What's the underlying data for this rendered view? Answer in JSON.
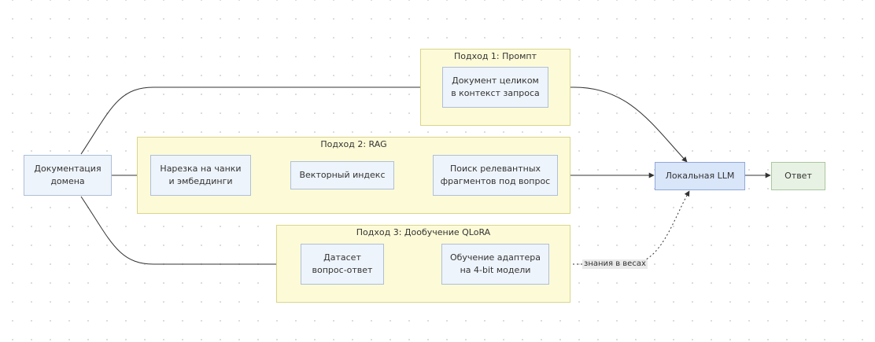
{
  "groups": {
    "prompt": "Подход 1: Промпт",
    "rag": "Подход 2: RAG",
    "qlora": "Подход 3: Дообучение QLoRA"
  },
  "nodes": {
    "docs": "Документация\nдомена",
    "whole_doc": "Документ целиком\nв контекст запроса",
    "chunking": "Нарезка на чанки\nи эмбеддинги",
    "vector_index": "Векторный индекс",
    "search": "Поиск релевантных\nфрагментов под вопрос",
    "dataset": "Датасет\nвопрос-ответ",
    "adapter": "Обучение адаптера\nна 4-bit модели",
    "llm": "Локальная LLM",
    "answer": "Ответ"
  },
  "edge_labels": {
    "knowledge": "знания в весах"
  },
  "colors": {
    "group_fill": "#fdfbd7",
    "node_fill": "#eef4fb",
    "llm_fill": "#d9e5f8",
    "answer_fill": "#e8f2e4",
    "edge": "#333333"
  }
}
